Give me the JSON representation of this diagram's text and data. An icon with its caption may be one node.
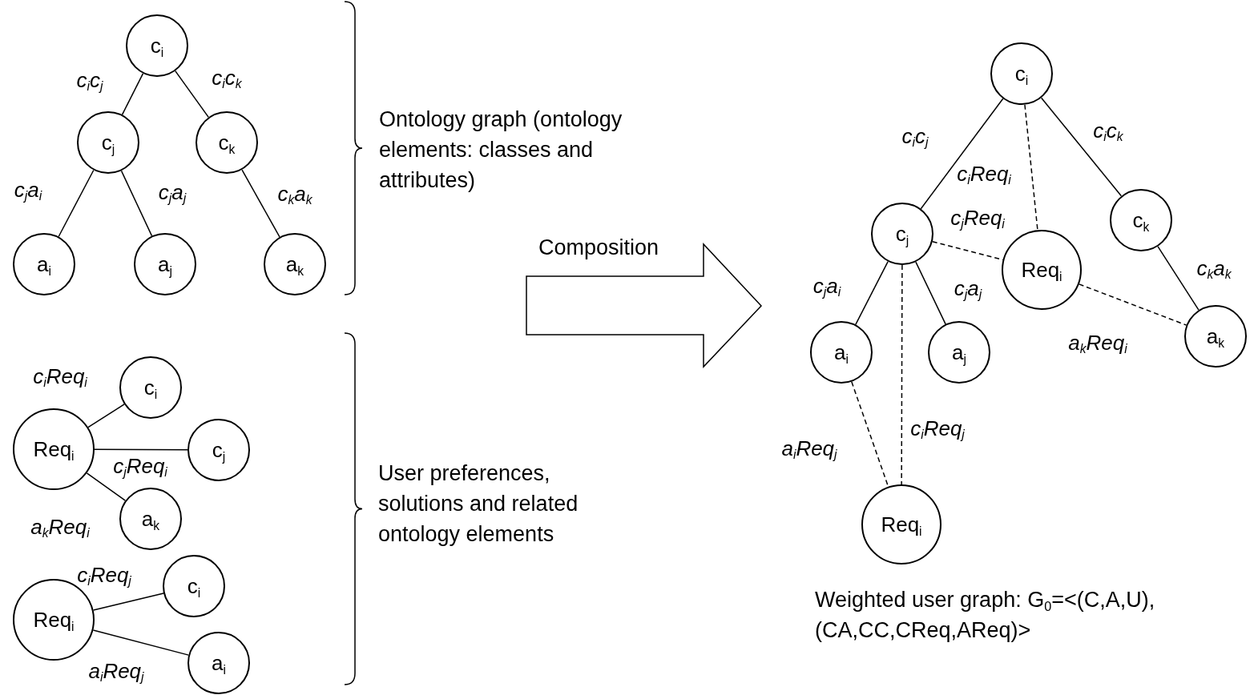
{
  "diagram": {
    "caption": "Weighted user graph: G$_{0}$=<(C,A,U),(CA,CC,CReq,AReq)>",
    "nodes": [
      {
        "text": [
          "c$_{i}$"
        ]
      },
      {
        "text": [
          "c$_{j}$"
        ]
      },
      {
        "text": [
          "c$_{k}$"
        ]
      },
      {
        "text": [
          "a$_{i}$"
        ]
      },
      {
        "text": [
          "a$_{j}$"
        ]
      },
      {
        "text": [
          "a$_{k}$"
        ]
      },
      {
        "text": [
          "Req$_{i}$"
        ]
      },
      {
        "text": [
          "c$_{i}$"
        ]
      },
      {
        "text": [
          "c$_{j}$"
        ]
      },
      {
        "text": [
          "a$_{k}$"
        ]
      },
      {
        "text": [
          "Req$_{i}$"
        ]
      },
      {
        "text": [
          "c$_{i}$"
        ]
      },
      {
        "text": [
          "a$_{i}$"
        ]
      },
      {
        "text": [
          "c$_{i}$"
        ]
      },
      {
        "text": [
          "c$_{j}$"
        ]
      },
      {
        "text": [
          "c$_{k}$"
        ]
      },
      {
        "text": [
          "Req$_{i}$"
        ]
      },
      {
        "text": [
          "a$_{i}$"
        ]
      },
      {
        "text": [
          "a$_{j}$"
        ]
      },
      {
        "text": [
          "a$_{k}$"
        ]
      },
      {
        "text": [
          "Req$_{i}$"
        ]
      }
    ],
    "edges": [
      {
        "from": 0,
        "to": 1,
        "arrow": "none",
        "label": "c$_{i}$c$_{j}$"
      },
      {
        "from": 0,
        "to": 2,
        "arrow": "none",
        "label": "c$_{i}$c$_{k}$"
      },
      {
        "from": 1,
        "to": 3,
        "arrow": "none",
        "label": "c$_{j}$a$_{i}$"
      },
      {
        "from": 1,
        "to": 4,
        "arrow": "none",
        "label": "c$_{j}$a$_{j}$"
      },
      {
        "from": 2,
        "to": 5,
        "arrow": "none",
        "label": "c$_{k}$a$_{k}$"
      },
      {
        "from": 6,
        "to": 7,
        "arrow": "none",
        "label": "c$_{i}$Req$_{i}$"
      },
      {
        "from": 6,
        "to": 8,
        "arrow": "none",
        "label": "c$_{j}$Req$_{i}$"
      },
      {
        "from": 6,
        "to": 9,
        "arrow": "none",
        "label": "a$_{k}$Req$_{i}$"
      },
      {
        "from": 10,
        "to": 11,
        "arrow": "none",
        "label": "c$_{i}$Req$_{j}$"
      },
      {
        "from": 10,
        "to": 12,
        "arrow": "none",
        "label": "a$_{i}$Req$_{j}$"
      },
      {
        "from": 13,
        "to": 14,
        "arrow": "none",
        "label": "c$_{i}$c$_{j}$"
      },
      {
        "from": 13,
        "to": 16,
        "arrow": "none",
        "label": "c$_{i}$Req$_{i}$",
        "style": "dashed"
      },
      {
        "from": 13,
        "to": 15,
        "arrow": "none",
        "label": "c$_{i}$c$_{k}$"
      },
      {
        "from": 14,
        "to": 16,
        "arrow": "none",
        "label": "c$_{j}$Req$_{i}$",
        "style": "dashed"
      },
      {
        "from": 14,
        "to": 17,
        "arrow": "none",
        "label": "c$_{j}$a$_{i}$"
      },
      {
        "from": 14,
        "to": 18,
        "arrow": "none",
        "label": "c$_{j}$a$_{j}$"
      },
      {
        "from": 14,
        "to": 20,
        "arrow": "none",
        "label": "c$_{i}$Req$_{j}$",
        "style": "dashed"
      },
      {
        "from": 15,
        "to": 19,
        "arrow": "none",
        "label": "c$_{k}$a$_{k}$"
      },
      {
        "from": 16,
        "to": 19,
        "arrow": "none",
        "label": "a$_{k}$Req$_{i}$",
        "style": "dashed"
      },
      {
        "from": 17,
        "to": 20,
        "arrow": "none",
        "label": "a$_{i}$Req$_{j}$",
        "style": "dashed"
      }
    ],
    "labels": [
      "Ontology graph (ontology elements: classes and attributes)",
      "Composition",
      "User preferences, solutions and related ontology elements"
    ]
  }
}
